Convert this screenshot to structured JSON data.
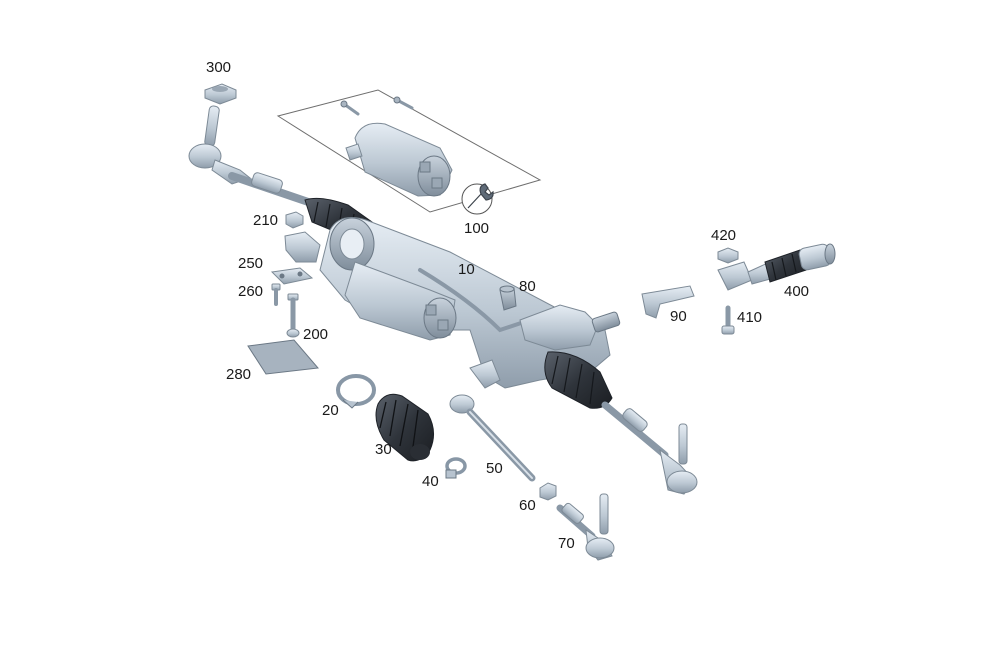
{
  "callouts": {
    "c300": "300",
    "c100": "100",
    "c210": "210",
    "c250": "250",
    "c260": "260",
    "c200": "200",
    "c280": "280",
    "c10": "10",
    "c80": "80",
    "c90": "90",
    "c420": "420",
    "c400": "400",
    "c410": "410",
    "c20": "20",
    "c30": "30",
    "c40": "40",
    "c50": "50",
    "c60": "60",
    "c70": "70"
  },
  "colors": {
    "metal_light": "#dfe7ef",
    "metal_mid": "#b7c3cf",
    "metal_dark": "#8e9cab",
    "boot": "#3a4048",
    "label": "#1a1a1a"
  }
}
